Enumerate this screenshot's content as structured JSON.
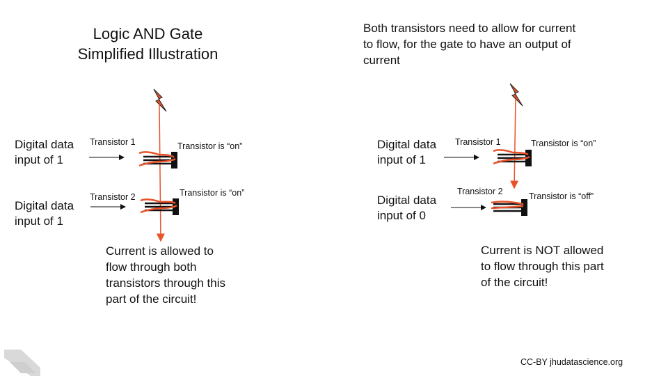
{
  "left": {
    "title_line1": "Logic AND Gate",
    "title_line2": "Simplified Illustration",
    "input1": {
      "line1": "Digital data",
      "line2": "input of 1"
    },
    "input2": {
      "line1": "Digital data",
      "line2": "input of 1"
    },
    "transistor1_label": "Transistor 1",
    "transistor2_label": "Transistor 2",
    "transistor1_state": "Transistor is “on”",
    "transistor2_state": "Transistor is “on”",
    "caption": "Current is allowed to flow through both transistors through this part of the circuit!"
  },
  "right": {
    "note": "Both transistors need to allow for current to flow, for the gate to have an output of current",
    "input1": {
      "line1": "Digital data",
      "line2": "input of 1"
    },
    "input2": {
      "line1": "Digital data",
      "line2": "input of 0"
    },
    "transistor1_label": "Transistor 1",
    "transistor2_label": "Transistor 2",
    "transistor1_state": "Transistor is “on”",
    "transistor2_state": "Transistor is “off”",
    "caption": "Current is NOT allowed to flow through this part of the circuit!"
  },
  "credit": "CC-BY jhudatascience.org",
  "icons": [
    "lightning-bolt-icon",
    "transistor-icon",
    "arrow-icon",
    "logo-icon"
  ],
  "colors": {
    "current": "#e8532a",
    "bolt": "#e8532a",
    "transistor": "#111111"
  }
}
